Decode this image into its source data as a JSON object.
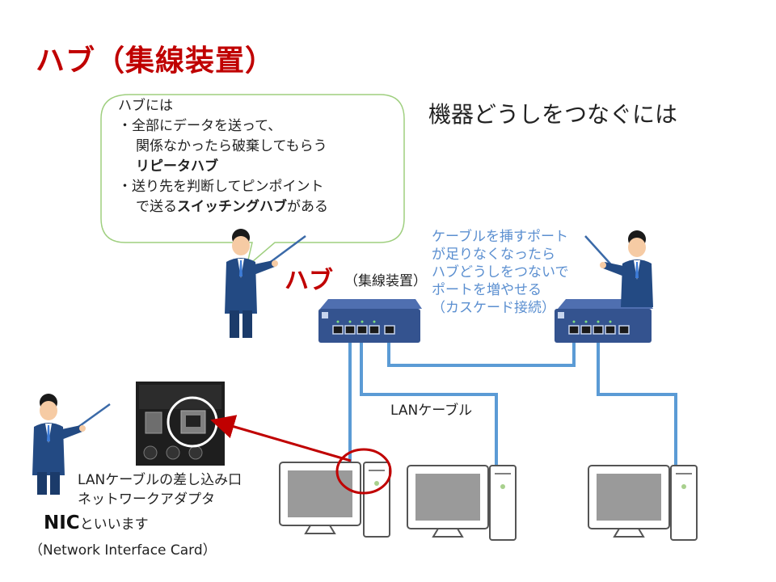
{
  "title": "ハブ（集線装置）",
  "heading": "機器どうしをつなぐには",
  "bubble": {
    "line1": "ハブには",
    "line2": "・全部にデータを送って、",
    "line3": "関係なかったら破棄してもらう",
    "line4": "リピータハブ",
    "line5a": "・送り先を判断してピンポイント",
    "line6a": "で送る",
    "line6b": "スイッチングハブ",
    "line6c": "がある"
  },
  "hub_label": "ハブ",
  "hub_sub_label": "（集線装置）",
  "cascade_note": {
    "line1": "ケーブルを挿すポート",
    "line2": "が足りなくなったら",
    "line3": "ハブどうしをつないで",
    "line4": "ポートを増やせる",
    "line5": "（カスケード接続）"
  },
  "lan_cable_label": "LANケーブル",
  "nic": {
    "desc_line1": "LANケーブルの差し込み口",
    "desc_line2": "ネットワークアダプタ",
    "abbr": "NIC",
    "suffix": "といいます",
    "full_name": "（Network Interface Card）"
  },
  "colors": {
    "accent_red": "#c00000",
    "cable_blue": "#5b9bd5",
    "note_blue": "#5b8fd0",
    "hub_blue": "#34538f",
    "bubble_border": "#9fcf7f"
  },
  "icons": [
    "presenter-figure",
    "hub-device",
    "desktop-computer",
    "nic-port-photo"
  ]
}
